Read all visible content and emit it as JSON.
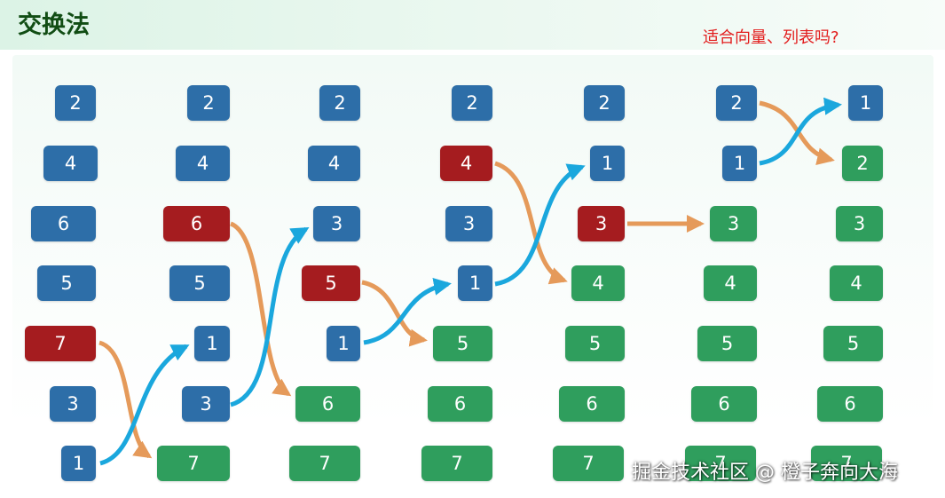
{
  "title": "交换法",
  "note": "适合向量、列表吗?",
  "watermark": "掘金技术社区 @ 橙子奔向大海",
  "colors": {
    "blue": "#2d6ea8",
    "red": "#a51c1f",
    "green": "#2f9e5d",
    "arrow_orange": "#e59a5a",
    "arrow_blue": "#1aa7dd"
  },
  "columns": [
    {
      "tiles": [
        {
          "value": "2",
          "state": "blue"
        },
        {
          "value": "4",
          "state": "blue"
        },
        {
          "value": "6",
          "state": "blue"
        },
        {
          "value": "5",
          "state": "blue"
        },
        {
          "value": "7",
          "state": "red"
        },
        {
          "value": "3",
          "state": "blue"
        },
        {
          "value": "1",
          "state": "blue"
        }
      ]
    },
    {
      "tiles": [
        {
          "value": "2",
          "state": "blue"
        },
        {
          "value": "4",
          "state": "blue"
        },
        {
          "value": "6",
          "state": "red"
        },
        {
          "value": "5",
          "state": "blue"
        },
        {
          "value": "1",
          "state": "blue"
        },
        {
          "value": "3",
          "state": "blue"
        },
        {
          "value": "7",
          "state": "green"
        }
      ]
    },
    {
      "tiles": [
        {
          "value": "2",
          "state": "blue"
        },
        {
          "value": "4",
          "state": "blue"
        },
        {
          "value": "3",
          "state": "blue"
        },
        {
          "value": "5",
          "state": "red"
        },
        {
          "value": "1",
          "state": "blue"
        },
        {
          "value": "6",
          "state": "green"
        },
        {
          "value": "7",
          "state": "green"
        }
      ]
    },
    {
      "tiles": [
        {
          "value": "2",
          "state": "blue"
        },
        {
          "value": "4",
          "state": "red"
        },
        {
          "value": "3",
          "state": "blue"
        },
        {
          "value": "1",
          "state": "blue"
        },
        {
          "value": "5",
          "state": "green"
        },
        {
          "value": "6",
          "state": "green"
        },
        {
          "value": "7",
          "state": "green"
        }
      ]
    },
    {
      "tiles": [
        {
          "value": "2",
          "state": "blue"
        },
        {
          "value": "1",
          "state": "blue"
        },
        {
          "value": "3",
          "state": "red"
        },
        {
          "value": "4",
          "state": "green"
        },
        {
          "value": "5",
          "state": "green"
        },
        {
          "value": "6",
          "state": "green"
        },
        {
          "value": "7",
          "state": "green"
        }
      ]
    },
    {
      "tiles": [
        {
          "value": "2",
          "state": "blue"
        },
        {
          "value": "1",
          "state": "blue"
        },
        {
          "value": "3",
          "state": "green"
        },
        {
          "value": "4",
          "state": "green"
        },
        {
          "value": "5",
          "state": "green"
        },
        {
          "value": "6",
          "state": "green"
        },
        {
          "value": "7",
          "state": "green"
        }
      ]
    },
    {
      "tiles": [
        {
          "value": "1",
          "state": "blue"
        },
        {
          "value": "2",
          "state": "green"
        },
        {
          "value": "3",
          "state": "green"
        },
        {
          "value": "4",
          "state": "green"
        },
        {
          "value": "5",
          "state": "green"
        },
        {
          "value": "6",
          "state": "green"
        },
        {
          "value": "7",
          "state": "green"
        }
      ]
    }
  ]
}
